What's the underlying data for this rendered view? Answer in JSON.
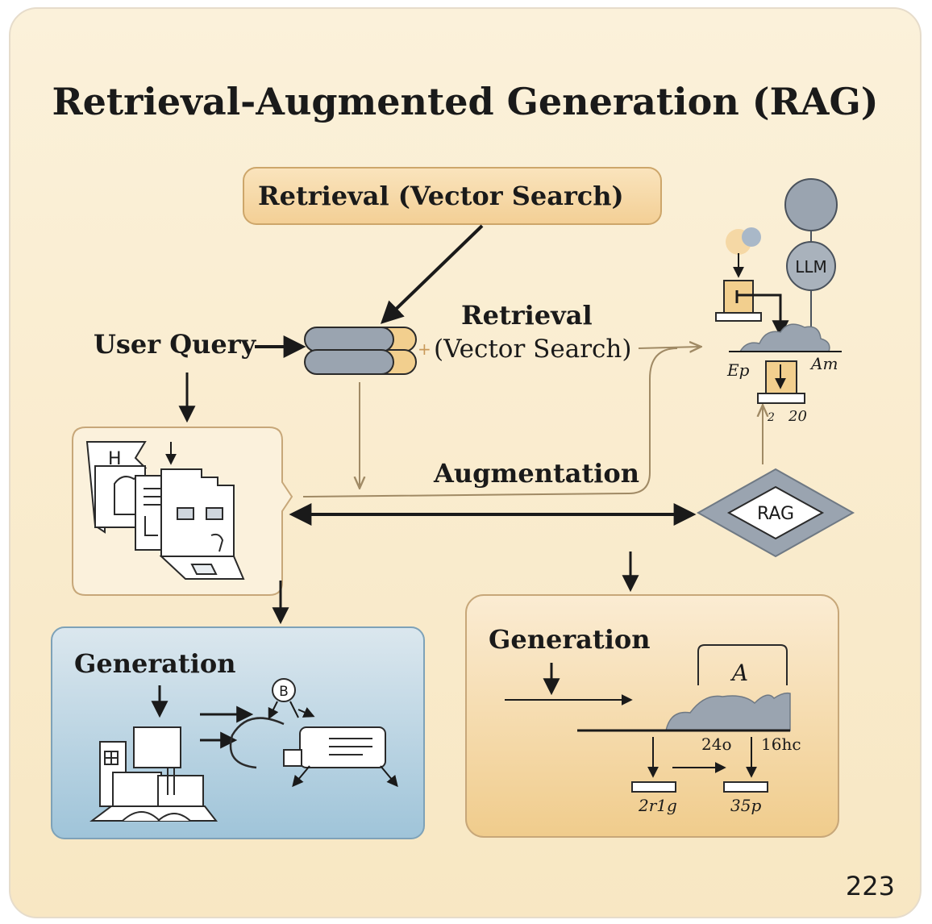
{
  "title": "Retrieval-Augmented Generation (RAG)",
  "retrieval_box": {
    "label": "Retrieval (Vector Search)"
  },
  "user_query": {
    "label": "User Query"
  },
  "retrieval_side": {
    "line1": "Retrieval",
    "line2": "(Vector Search)"
  },
  "augmentation": {
    "label": "Augmentation"
  },
  "rag_node": {
    "label": "RAG"
  },
  "llm_node": {
    "label": "LLM"
  },
  "llm_panel": {
    "left_label": "Ep",
    "right_label": "Am",
    "small_left": "2",
    "small_right": "20"
  },
  "generation_left": {
    "label": "Generation",
    "badge": "B"
  },
  "generation_right": {
    "label": "Generation",
    "peak_label": "A",
    "tick_left": "24o",
    "tick_right": "16hc",
    "val_left": "2r1g",
    "val_right": "35p"
  },
  "doc_panel": {
    "header_letter": "H"
  },
  "page_number": "223",
  "colors": {
    "background": "#fbefd2",
    "peach": "#f5d8a5",
    "gray_blue": "#9aa4b0",
    "blue_panel": "#b7d4e3",
    "orange_panel": "#f3d39d",
    "ink": "#1a1a1a"
  }
}
